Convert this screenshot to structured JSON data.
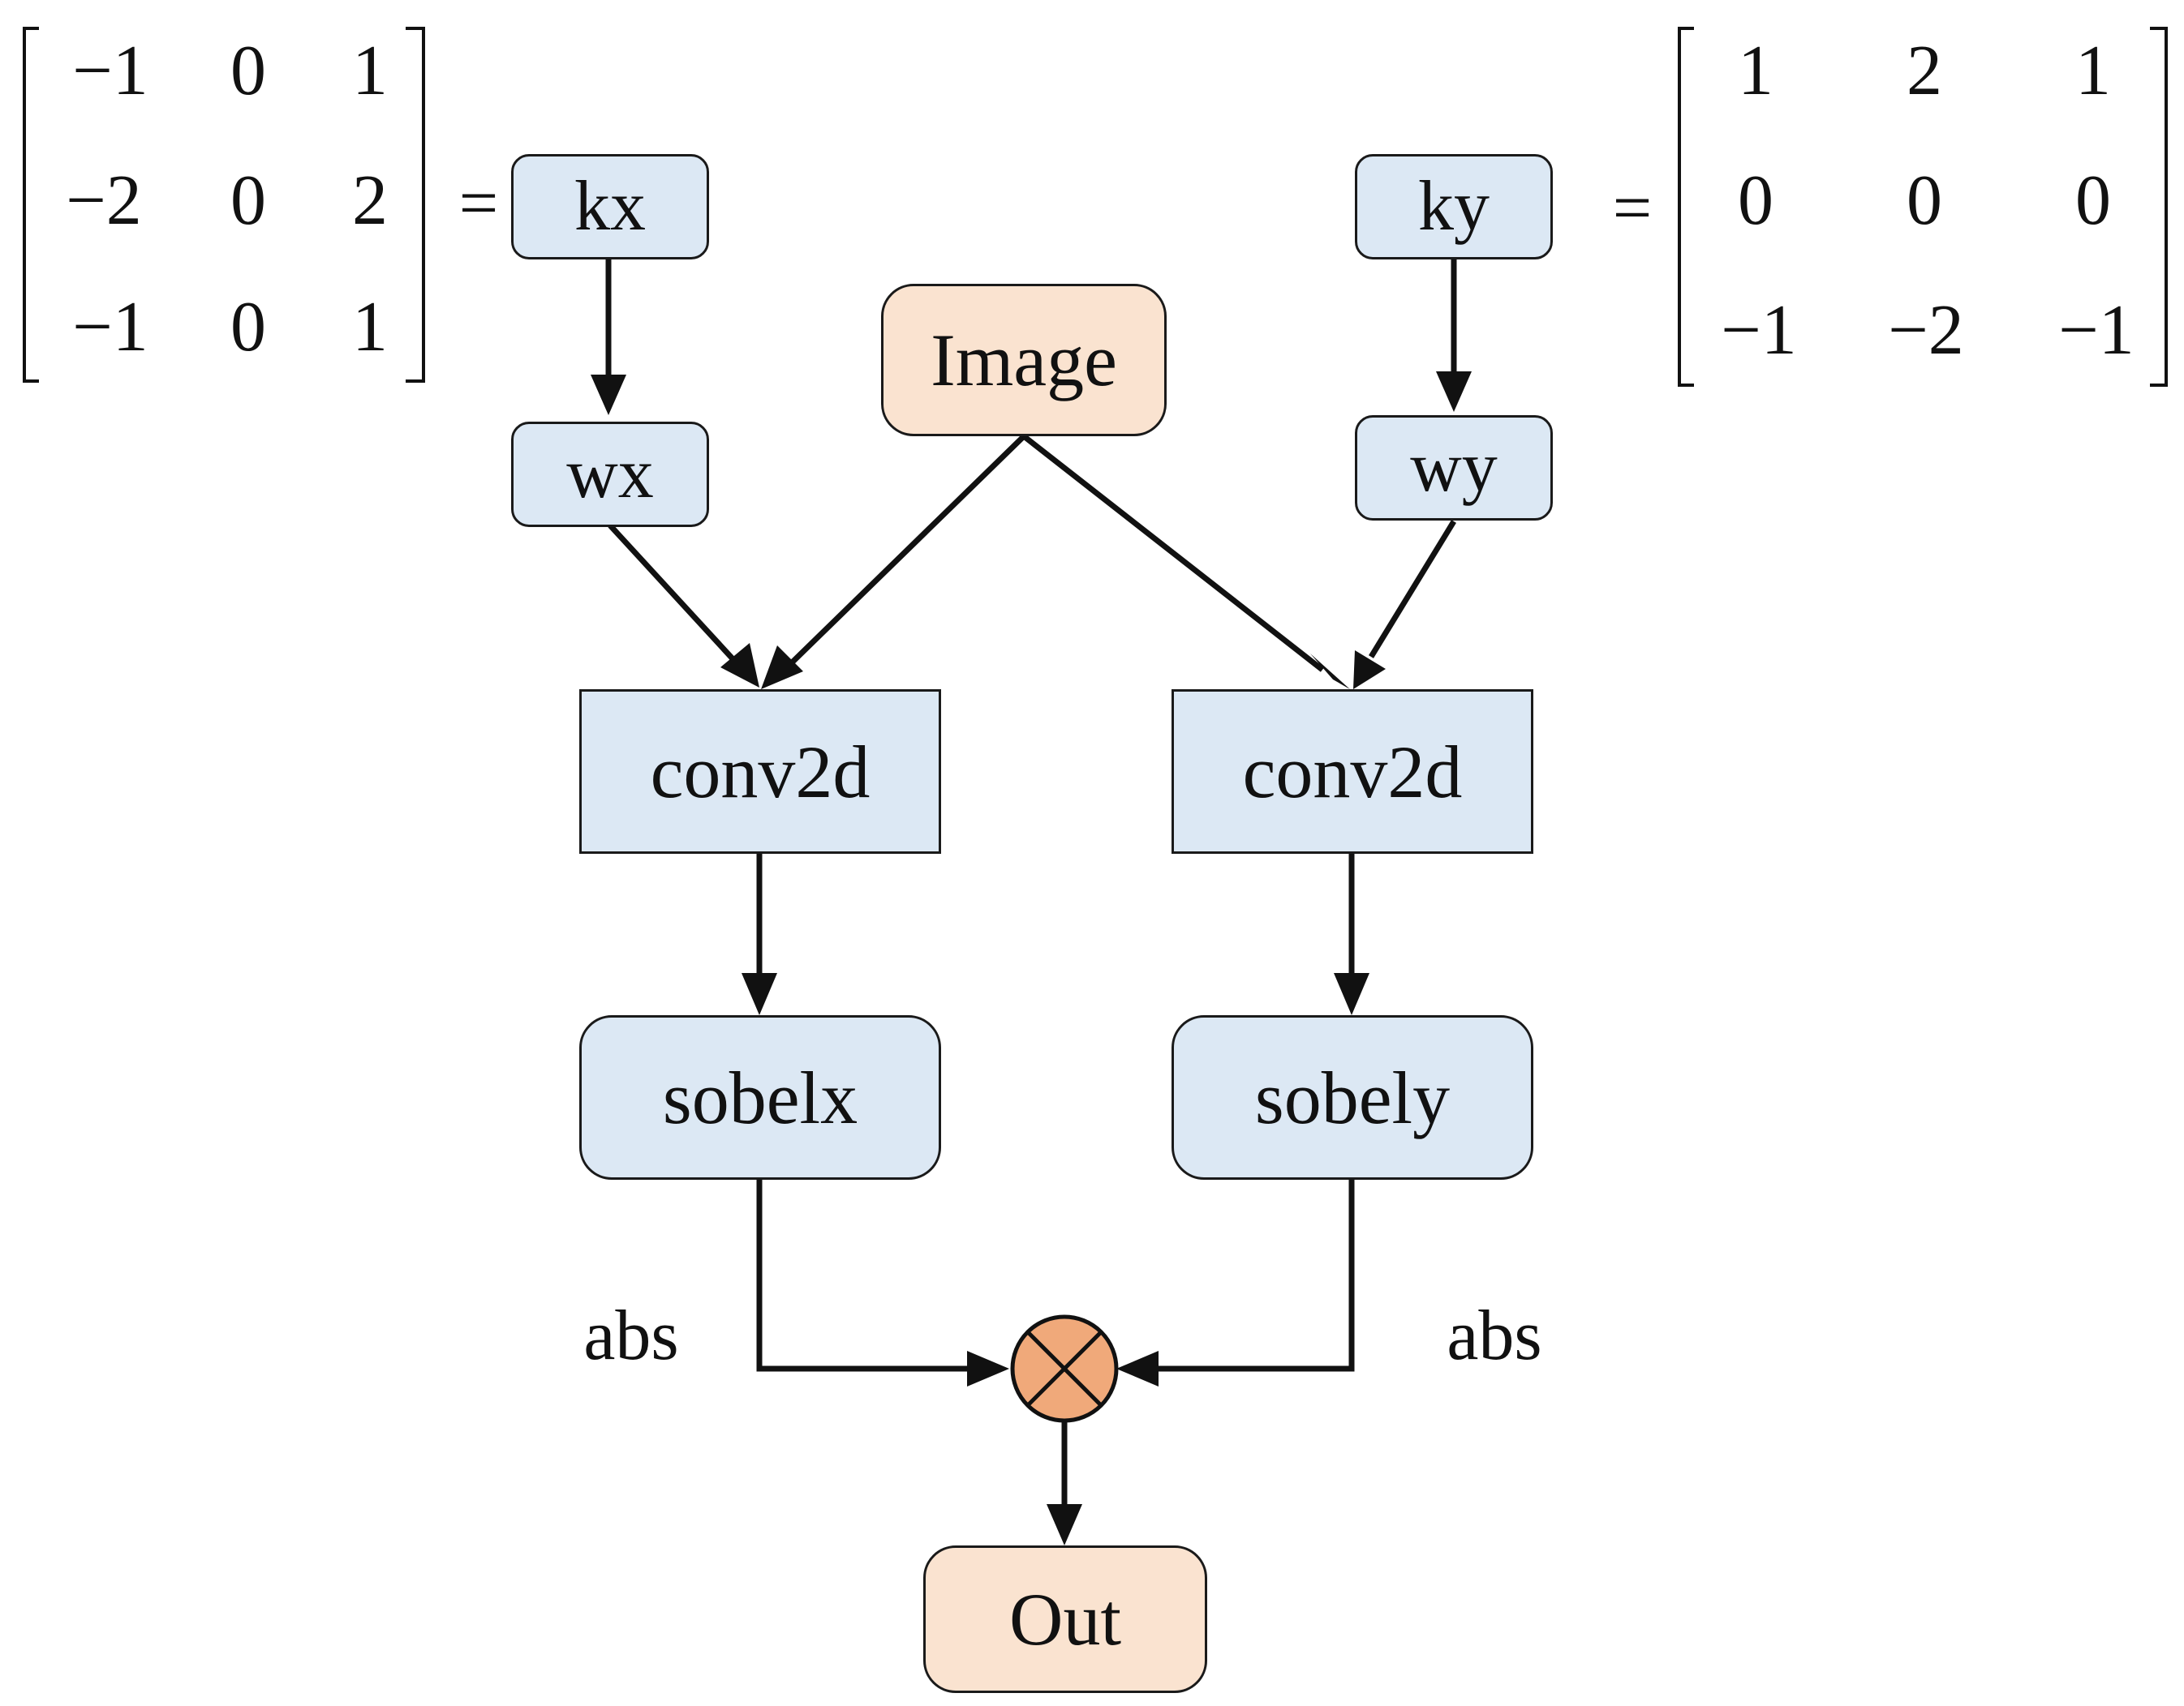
{
  "nodes": {
    "kx": "kx",
    "ky": "ky",
    "wx": "wx",
    "wy": "wy",
    "image": "Image",
    "conv_left": "conv2d",
    "conv_right": "conv2d",
    "sobelx": "sobelx",
    "sobely": "sobely",
    "out": "Out"
  },
  "labels": {
    "abs_left": "abs",
    "abs_right": "abs",
    "equals_left": "=",
    "equals_right": "="
  },
  "matrix_left": [
    [
      "−1",
      "0",
      "1"
    ],
    [
      "−2",
      "0",
      "2"
    ],
    [
      "−1",
      "0",
      "1"
    ]
  ],
  "matrix_right": [
    [
      "1",
      "2",
      "1"
    ],
    [
      "0",
      "0",
      "0"
    ],
    [
      "−1",
      "−2",
      "−1"
    ]
  ],
  "colors": {
    "box_blue": "#dce8f4",
    "box_peach": "#fae3d0",
    "multiply_node": "#f0a97a",
    "stroke": "#111111"
  },
  "icons": {
    "combine_node": "multiply-circle-icon"
  }
}
